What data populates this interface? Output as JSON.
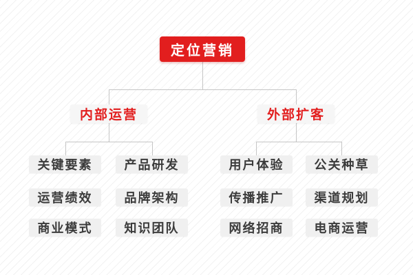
{
  "colors": {
    "accent": "#e21e1e",
    "leaf_bg": "#f0f0f0",
    "branch_bg": "#f6f6f6",
    "line": "#c5c5c5",
    "leaf_text": "#3b3b3b"
  },
  "tree": {
    "root": {
      "label": "定位营销"
    },
    "branches": [
      {
        "label": "内部运营",
        "children": [
          "关键要素",
          "产品研发",
          "运营绩效",
          "品牌架构",
          "商业模式",
          "知识团队"
        ]
      },
      {
        "label": "外部扩客",
        "children": [
          "用户体验",
          "公关种草",
          "传播推广",
          "渠道规划",
          "网络招商",
          "电商运营"
        ]
      }
    ]
  }
}
